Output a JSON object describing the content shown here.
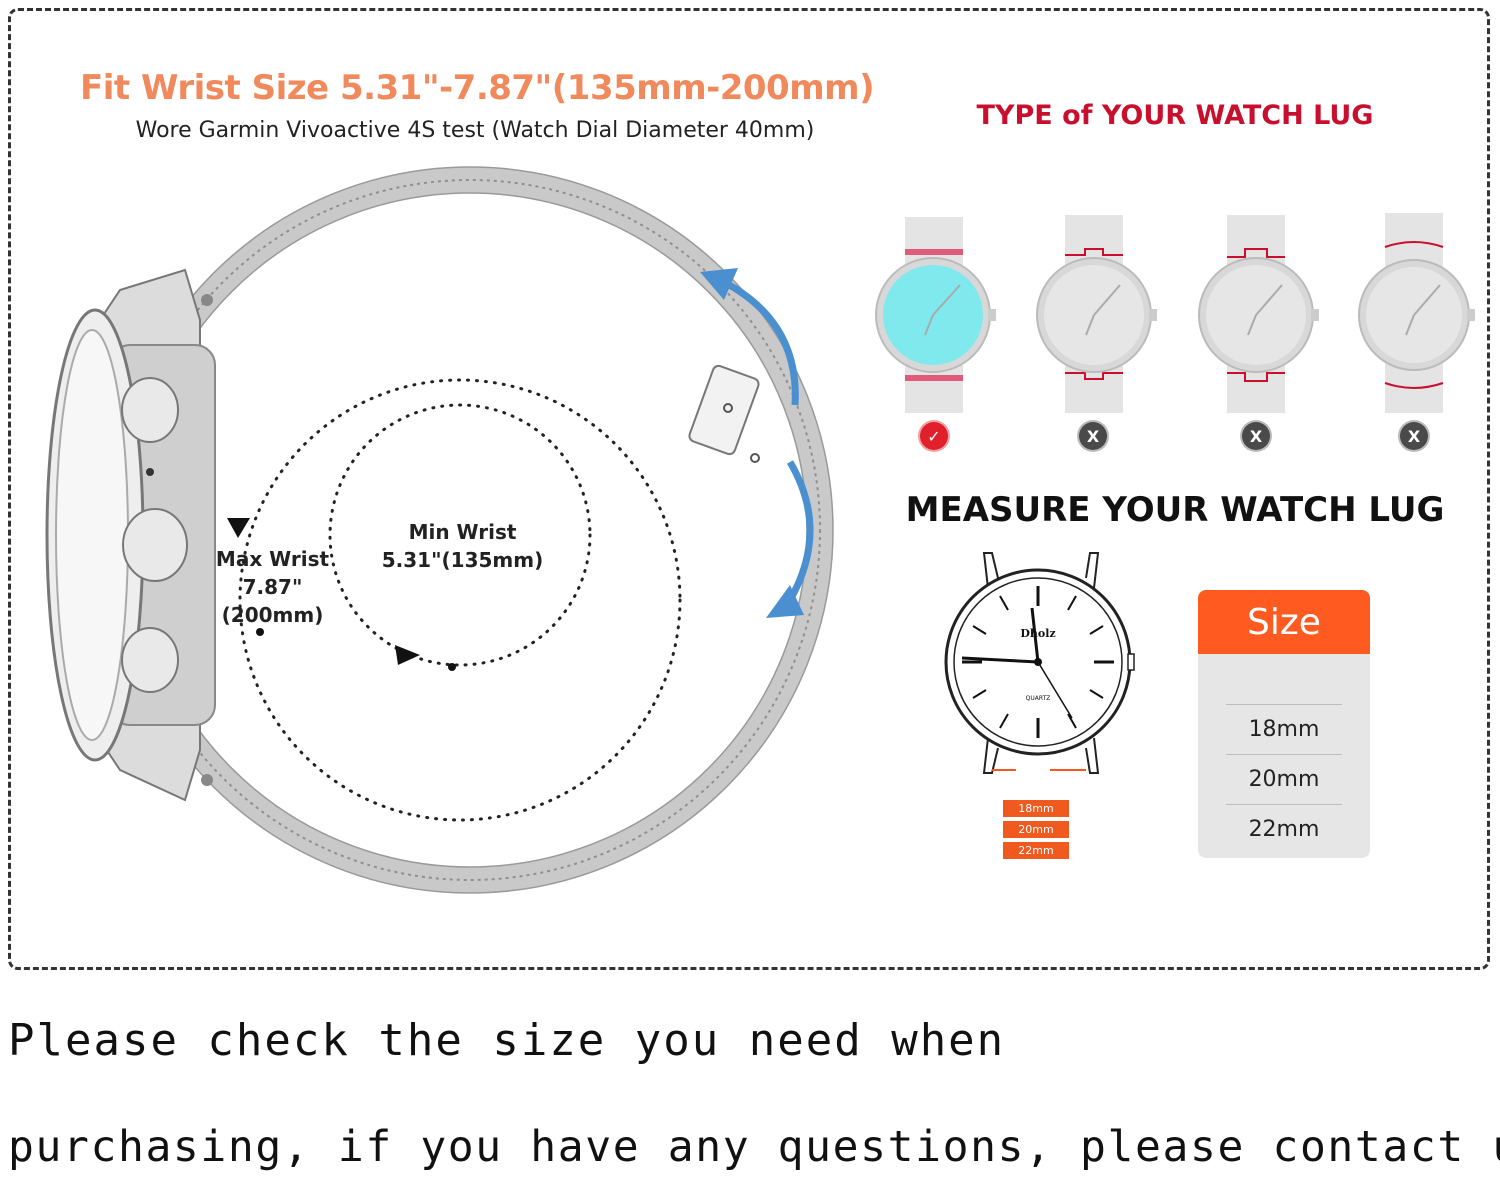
{
  "header": {
    "fit_title": "Fit Wrist Size 5.31\"-7.87\"(135mm-200mm)",
    "fit_subtitle": "Wore Garmin Vivoactive 4S test (Watch Dial Diameter 40mm)"
  },
  "wrist": {
    "max_line1": "Max Wrist",
    "max_line2": "7.87\"",
    "max_line3": "(200mm)",
    "min_line1": "Min Wrist",
    "min_line2": "5.31\"(135mm)"
  },
  "lug_types": {
    "title": "TYPE of YOUR WATCH LUG",
    "marks": [
      "✓",
      "X",
      "X",
      "X"
    ]
  },
  "measure": {
    "title": "MEASURE YOUR WATCH LUG",
    "watch_brand": "Dholz",
    "watch_text": "QUARTZ",
    "pills": [
      "18mm",
      "20mm",
      "22mm"
    ]
  },
  "size_table": {
    "header": "Size",
    "rows": [
      "18mm",
      "20mm",
      "22mm"
    ]
  },
  "footer": {
    "line1": "Please check the size you need when",
    "line2": "purchasing, if you have any questions, please contact us"
  },
  "colors": {
    "accent_orange": "#ff5a1f",
    "title_orange": "#f08a5d",
    "lug_red": "#c8102e",
    "arrow_blue": "#4a8fd0",
    "dial_cyan": "#7fe9ee"
  }
}
